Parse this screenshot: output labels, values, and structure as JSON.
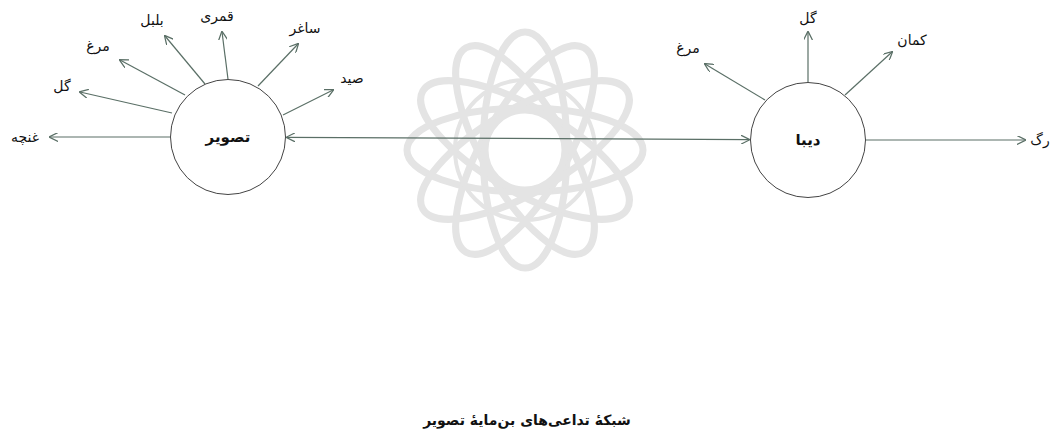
{
  "diagram": {
    "caption": "شبکهٔ تداعی‌های بن‌مایهٔ تصویر",
    "nodes": [
      {
        "text": [
          "تصویر"
        ]
      },
      {
        "text": [
          "دیبا"
        ]
      }
    ],
    "edges": [
      {
        "from": 0,
        "to": 1,
        "arrow": "both"
      }
    ],
    "labels": [
      "غنچه",
      "گل",
      "مرغ",
      "بلبل",
      "قمری",
      "ساغر",
      "صید",
      "مرغ",
      "گل",
      "کمان",
      "رگ"
    ]
  }
}
